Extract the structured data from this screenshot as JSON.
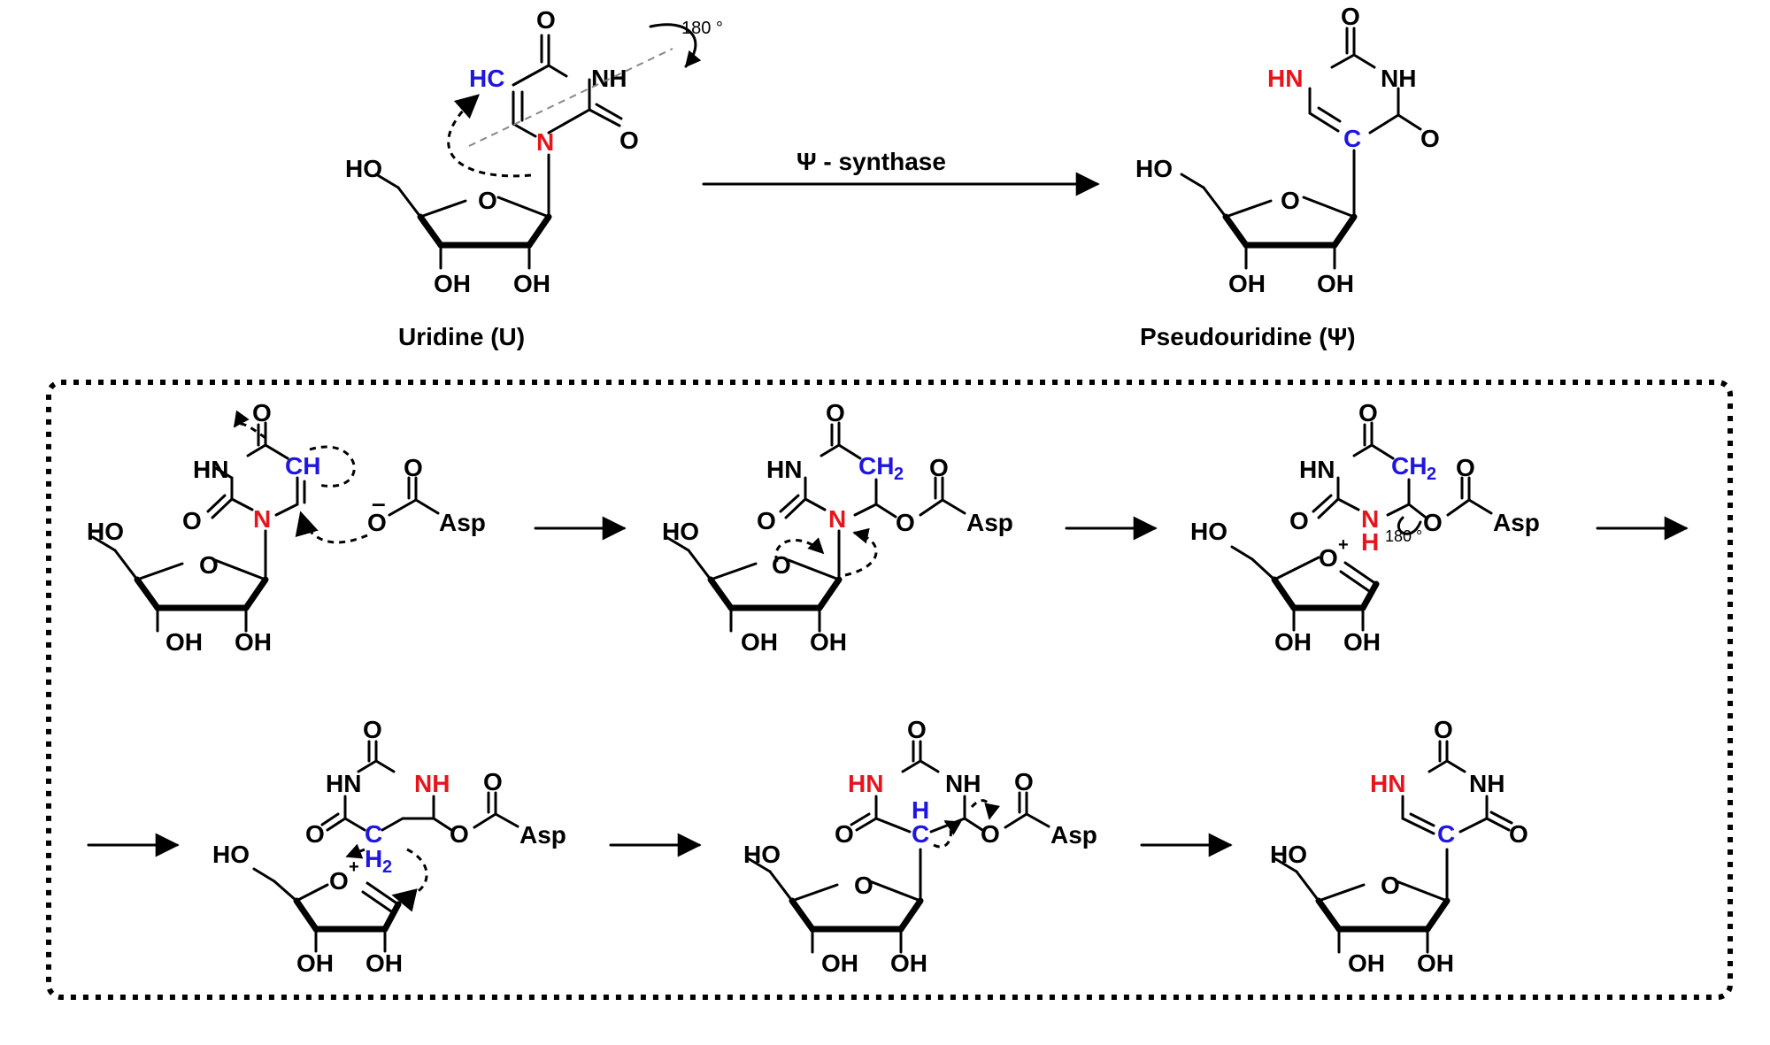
{
  "reaction": {
    "enzyme_label": "Ψ - synthase",
    "rotation_label": "180 °"
  },
  "reactant": {
    "name": "Uridine (U)",
    "atoms": {
      "ho": "HO",
      "oh": "OH",
      "o": "O",
      "nh": "NH",
      "hc": "HC",
      "n": "N"
    }
  },
  "product": {
    "name": "Pseudouridine (Ψ)",
    "atoms": {
      "ho": "HO",
      "oh": "OH",
      "o": "O",
      "nh": "NH",
      "hn": "HN",
      "c": "C"
    }
  },
  "mechanism": {
    "atoms": {
      "hn": "HN",
      "nh": "NH",
      "o": "O",
      "n": "N",
      "ch": "CH",
      "ch2": "CH",
      "sub2": "2",
      "c": "C",
      "h": "H",
      "h2": "H",
      "minus": "–",
      "plus": "+",
      "asp": "Asp",
      "ho": "HO",
      "oh": "OH"
    },
    "rotation_label": "180 °"
  },
  "colors": {
    "nitrogen_highlight": "#e8141b",
    "carbon_highlight": "#1f16e0",
    "ink": "#000000"
  }
}
